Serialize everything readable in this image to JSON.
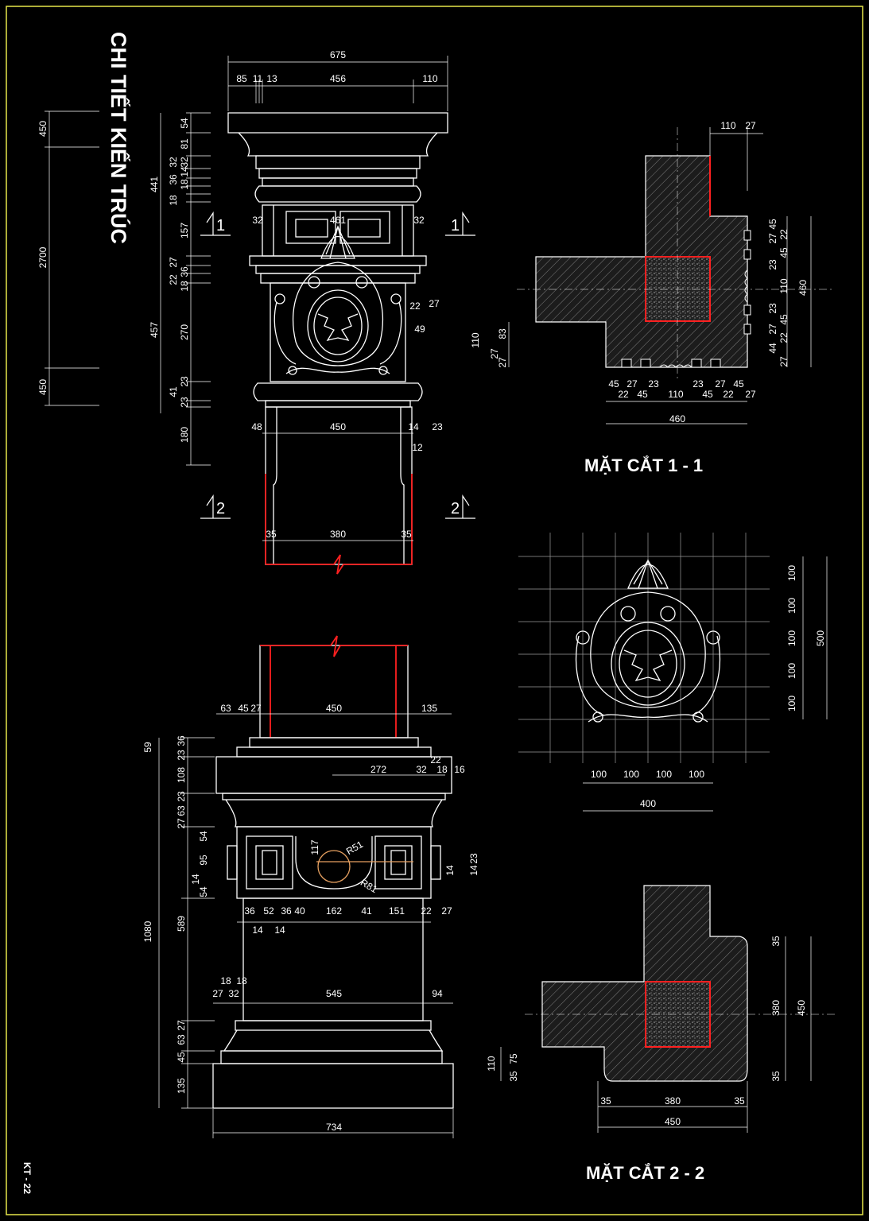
{
  "title": "CHI TIẾT KIẾN TRÚC",
  "sheet_code": "KT - 22",
  "colors": {
    "background": "#000000",
    "line": "#ffffff",
    "highlight": "#ff2020",
    "frame": "#e6e64a",
    "hatch": "#8a8a8a"
  },
  "section_1_1": {
    "title": "MẶT CẮT 1 - 1",
    "marker": "1"
  },
  "section_2_2": {
    "title": "MẶT CẮT 2 - 2",
    "marker": "2"
  },
  "capital": {
    "top": [
      "675",
      "85",
      "11",
      "13",
      "456",
      "110"
    ],
    "left": [
      "54",
      "81",
      "32",
      "36",
      "32",
      "14",
      "18",
      "18",
      "157",
      "27",
      "22",
      "36",
      "18",
      "270",
      "23",
      "41",
      "23",
      "180"
    ],
    "left_outer": [
      "441",
      "457"
    ],
    "far_left": [
      "450",
      "2700",
      "450"
    ],
    "inside": [
      "461",
      "32",
      "32"
    ],
    "right": [
      "22",
      "27",
      "49"
    ],
    "neck": [
      "48",
      "450",
      "14",
      "23",
      "12"
    ],
    "shaft": [
      "35",
      "380",
      "35"
    ]
  },
  "base": {
    "top": [
      "63",
      "45",
      "27",
      "450",
      "135"
    ],
    "plinth": [
      "272",
      "32",
      "22",
      "18",
      "16"
    ],
    "left": [
      "36",
      "23",
      "108",
      "23",
      "63",
      "27",
      "54",
      "95",
      "14",
      "14",
      "54",
      "589",
      "27",
      "63",
      "45",
      "135"
    ],
    "left_outer": [
      "59",
      "1080"
    ],
    "mid": [
      "117",
      "R51",
      "R81",
      "23",
      "14"
    ],
    "bottom_row": [
      "36",
      "52",
      "36",
      "40",
      "162",
      "41",
      "151",
      "22",
      "27"
    ],
    "bottom_row2": [
      "14",
      "14"
    ],
    "lower": [
      "18",
      "18",
      "27",
      "32",
      "545",
      "94"
    ],
    "total": "734"
  },
  "plan_1_1": {
    "top": [
      "110",
      "27"
    ],
    "right": [
      "45",
      "27",
      "22",
      "45",
      "23",
      "110",
      "23",
      "45",
      "22",
      "27",
      "44",
      "27"
    ],
    "right_total": "460",
    "left": [
      "110",
      "83",
      "27",
      "27"
    ],
    "bottom": [
      "45",
      "27",
      "23",
      "22",
      "45",
      "110",
      "23",
      "45",
      "22",
      "27",
      "45",
      "27"
    ],
    "total": "460"
  },
  "ornament": {
    "cols": [
      "100",
      "100",
      "100",
      "100"
    ],
    "width": "400",
    "rows": [
      "100",
      "100",
      "100",
      "100",
      "100"
    ],
    "height": "500"
  },
  "plan_2_2": {
    "right": [
      "35",
      "380",
      "35"
    ],
    "right_total": "450",
    "left": [
      "110",
      "35",
      "75"
    ],
    "bottom": [
      "35",
      "380",
      "35"
    ],
    "total": "450"
  }
}
